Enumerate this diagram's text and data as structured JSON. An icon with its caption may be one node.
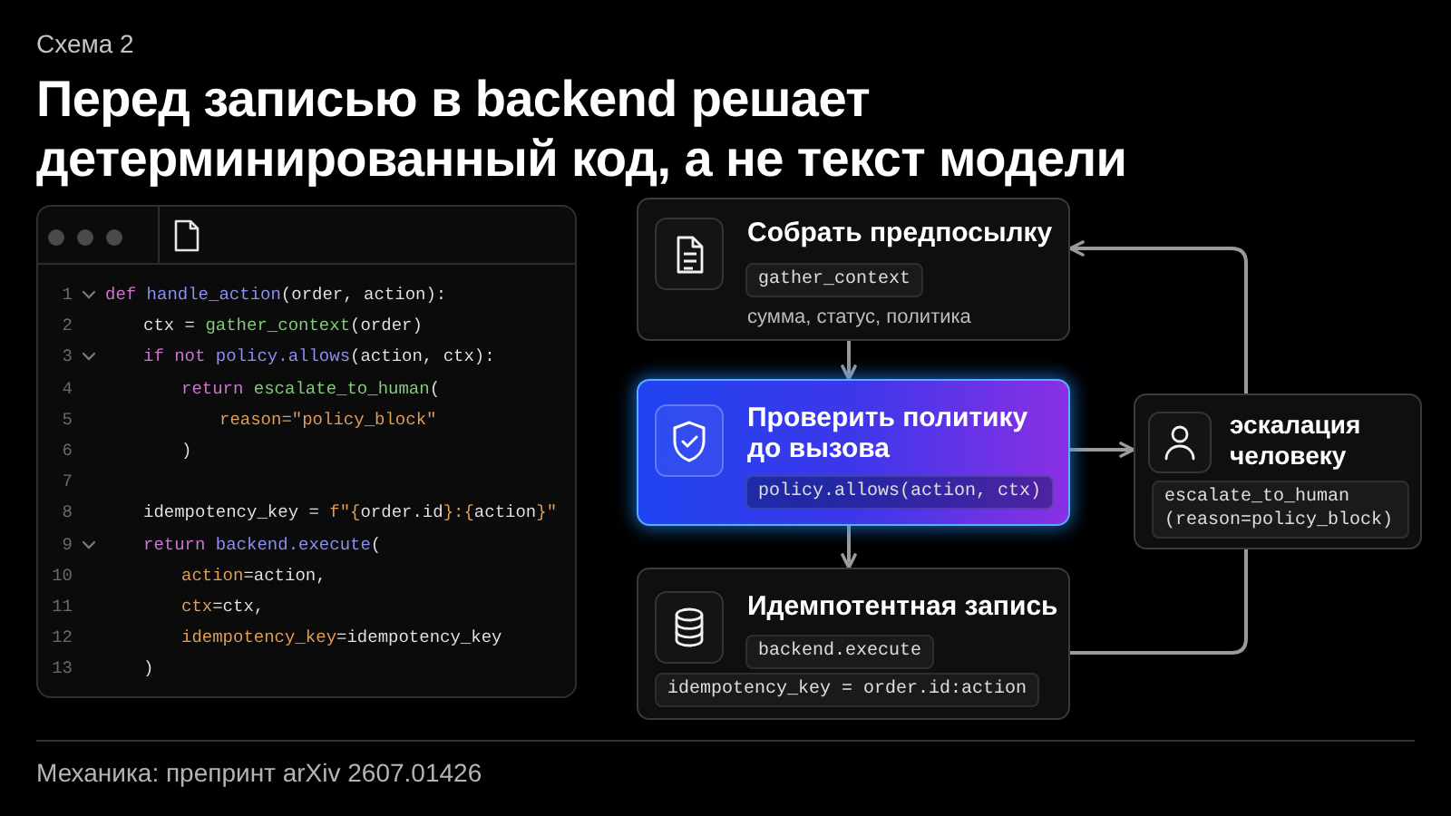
{
  "diagram": {
    "title": "Перед записью в backend решает детерминированный код, а не текст модели",
    "caption": "Механика: препринт arXiv 2607.01426",
    "nodes": [
      {
        "text": [
          "def handle_action(order, action):",
          "ctx = gather_context(order)",
          "if not policy.allows(action, ctx):",
          "return escalate_to_human(",
          "reason=\"policy_block\"",
          ")",
          "idempotency_key = f\"{order.id}:{action}\"",
          "return backend.execute(",
          "action=action,",
          "ctx=ctx,",
          "idempotency_key=idempotency_key",
          ")"
        ]
      },
      {
        "text": [
          "Собрать предпосылку",
          "сумма, статус, политика"
        ]
      },
      {
        "text": [
          "gather_context"
        ],
        "in": 1
      },
      {
        "text": [
          "Проверить политику до вызова"
        ]
      },
      {
        "text": [
          "policy.allows(action, ctx)"
        ],
        "in": 3
      },
      {
        "text": [
          "эскалация человеку"
        ]
      },
      {
        "text": [
          "escalate_to_human (reason=policy_block)"
        ],
        "in": 5
      },
      {
        "text": [
          "Идемпотентная запись"
        ]
      },
      {
        "text": [
          "backend.execute"
        ],
        "in": 7
      },
      {
        "text": [
          "idempotency_key = order.id:action"
        ],
        "in": 7
      }
    ],
    "edges": [
      {
        "from": 1,
        "to": 3,
        "arrow": "to"
      },
      {
        "from": 3,
        "to": 7,
        "arrow": "to"
      },
      {
        "from": 3,
        "to": 5,
        "arrow": "to"
      },
      {
        "from": 5,
        "to": 1,
        "arrow": "to"
      },
      {
        "from": 7,
        "to": 5,
        "arrow": "none"
      }
    ],
    "labels": [
      "Схема 2",
      "1",
      "2",
      "3",
      "4",
      "5",
      "6",
      "7",
      "8",
      "9",
      "10",
      "11",
      "12",
      "13"
    ]
  }
}
